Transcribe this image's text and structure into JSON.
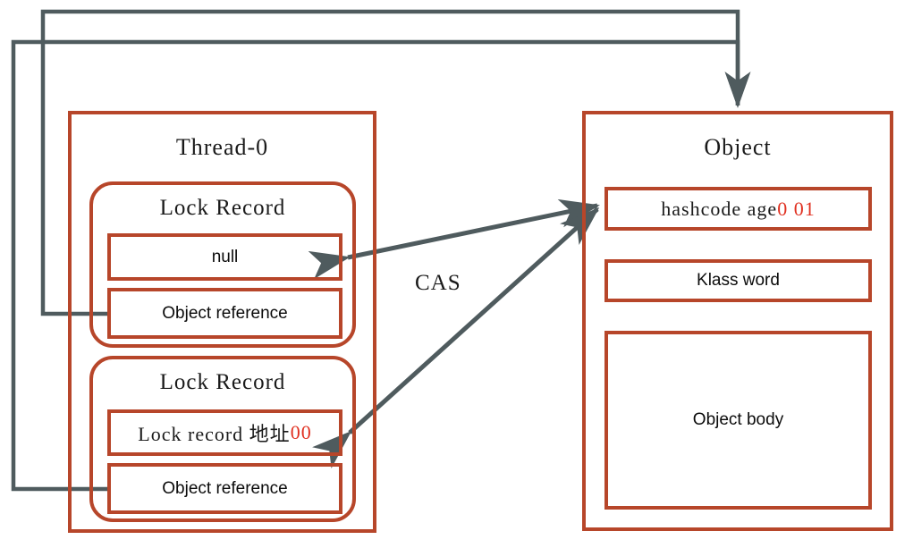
{
  "colors": {
    "box_border": "#B7462A",
    "connector": "#4F5B5E",
    "text": "#0b0b0b",
    "highlight": "#E03020",
    "background": "#ffffff"
  },
  "thread": {
    "title": "Thread-0",
    "lock_records": [
      {
        "title": "Lock Record",
        "mark_word": "null",
        "mark_word_highlight": "",
        "object_reference": "Object reference"
      },
      {
        "title": "Lock Record",
        "mark_word": "Lock record 地址 ",
        "mark_word_highlight": "00",
        "object_reference": "Object reference"
      }
    ]
  },
  "object": {
    "title": "Object",
    "mark_word_prefix": "hashcode age ",
    "mark_word_highlight": "0 01",
    "klass_word": "Klass word",
    "object_body": "Object body"
  },
  "annotations": {
    "cas_label": "CAS"
  }
}
